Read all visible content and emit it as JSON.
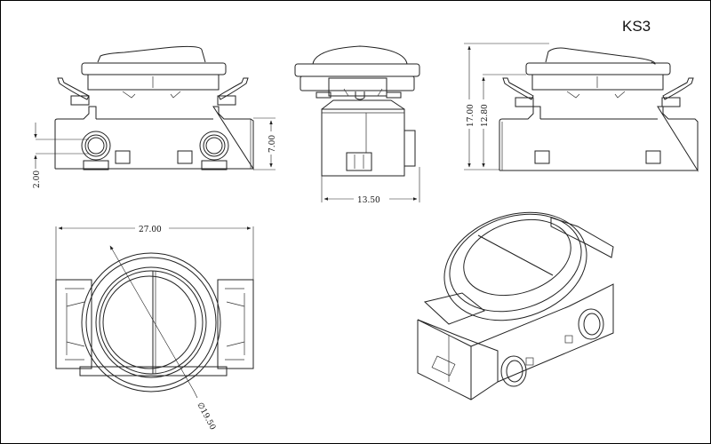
{
  "title": "KS3",
  "views": {
    "front": {
      "dim_height": "7.00",
      "dim_pin": "2.00"
    },
    "side": {
      "dim_width": "13.50"
    },
    "right": {
      "dim_total_height": "17.00",
      "dim_body_height": "12.80"
    },
    "top": {
      "dim_width": "27.00",
      "dim_diameter": "∅19.50"
    },
    "iso": {}
  },
  "colors": {
    "line": "#222222",
    "background": "#ffffff"
  }
}
